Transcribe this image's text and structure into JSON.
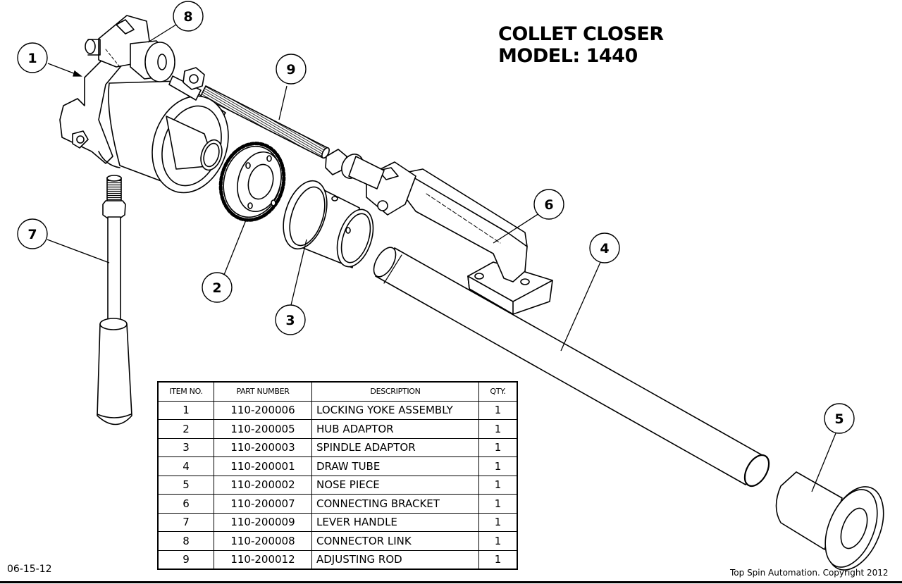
{
  "title": {
    "line1": "COLLET CLOSER",
    "line2": "MODEL: 1440"
  },
  "date": "06-15-12",
  "copyright": "Top Spin Automation.  Copyright 2012",
  "balloons": [
    "1",
    "2",
    "3",
    "4",
    "5",
    "6",
    "7",
    "8",
    "9"
  ],
  "bom": {
    "headers": {
      "item": "ITEM NO.",
      "part": "PART NUMBER",
      "desc": "DESCRIPTION",
      "qty": "QTY."
    },
    "rows": [
      {
        "item": "1",
        "part": "110-200006",
        "desc": "LOCKING YOKE ASSEMBLY",
        "qty": "1"
      },
      {
        "item": "2",
        "part": "110-200005",
        "desc": "HUB ADAPTOR",
        "qty": "1"
      },
      {
        "item": "3",
        "part": "110-200003",
        "desc": "SPINDLE ADAPTOR",
        "qty": "1"
      },
      {
        "item": "4",
        "part": "110-200001",
        "desc": "DRAW TUBE",
        "qty": "1"
      },
      {
        "item": "5",
        "part": "110-200002",
        "desc": "NOSE PIECE",
        "qty": "1"
      },
      {
        "item": "6",
        "part": "110-200007",
        "desc": "CONNECTING BRACKET",
        "qty": "1"
      },
      {
        "item": "7",
        "part": "110-200009",
        "desc": "LEVER HANDLE",
        "qty": "1"
      },
      {
        "item": "8",
        "part": "110-200008",
        "desc": "CONNECTOR LINK",
        "qty": "1"
      },
      {
        "item": "9",
        "part": "110-200012",
        "desc": "ADJUSTING ROD",
        "qty": "1"
      }
    ]
  }
}
